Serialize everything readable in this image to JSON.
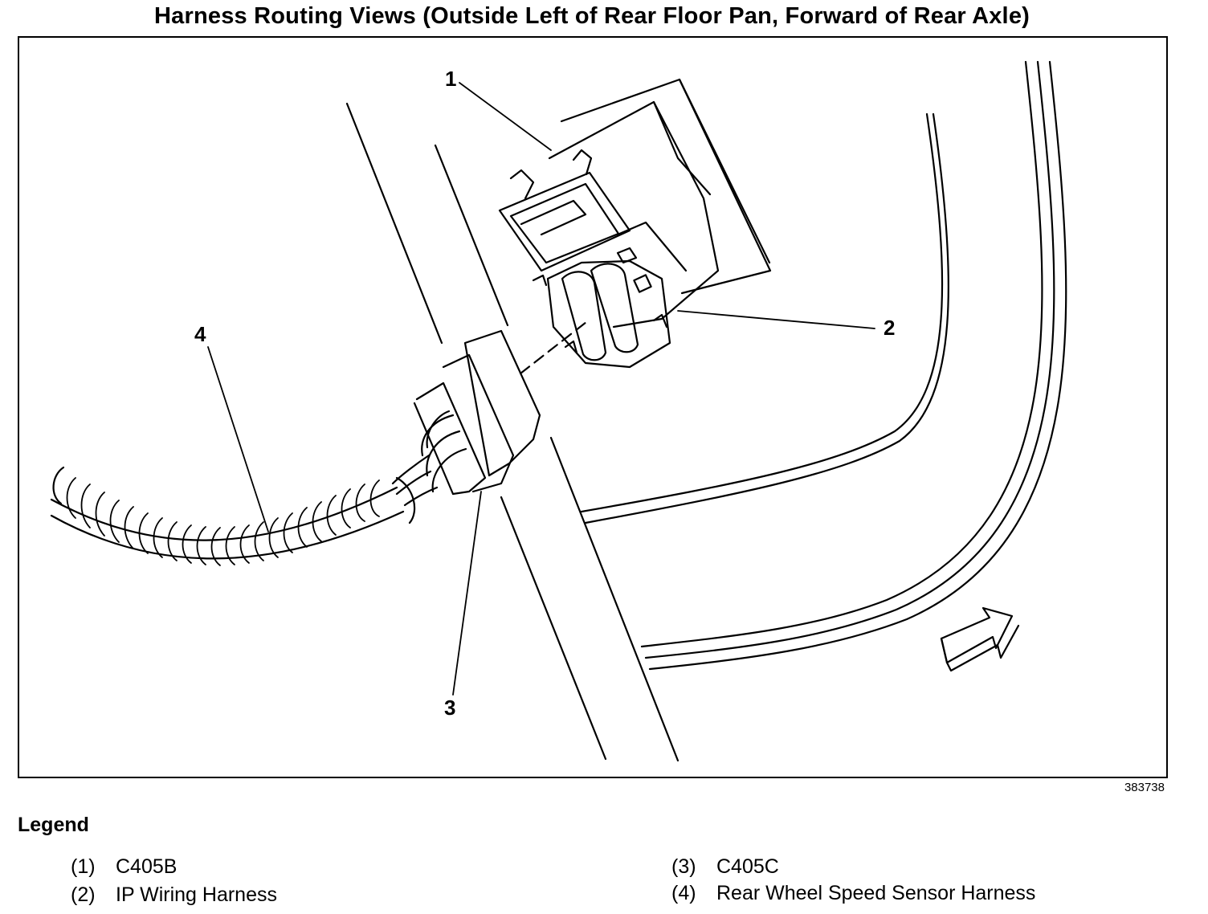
{
  "title": "Harness Routing Views (Outside Left of Rear Floor Pan, Forward of Rear Axle)",
  "figure_id": "383738",
  "callouts": [
    "1",
    "2",
    "3",
    "4"
  ],
  "legend": {
    "heading": "Legend",
    "items": [
      {
        "num": "(1)",
        "label": "C405B"
      },
      {
        "num": "(2)",
        "label": "IP Wiring Harness"
      },
      {
        "num": "(3)",
        "label": "C405C"
      },
      {
        "num": "(4)",
        "label": "Rear Wheel Speed Sensor Harness"
      }
    ]
  }
}
